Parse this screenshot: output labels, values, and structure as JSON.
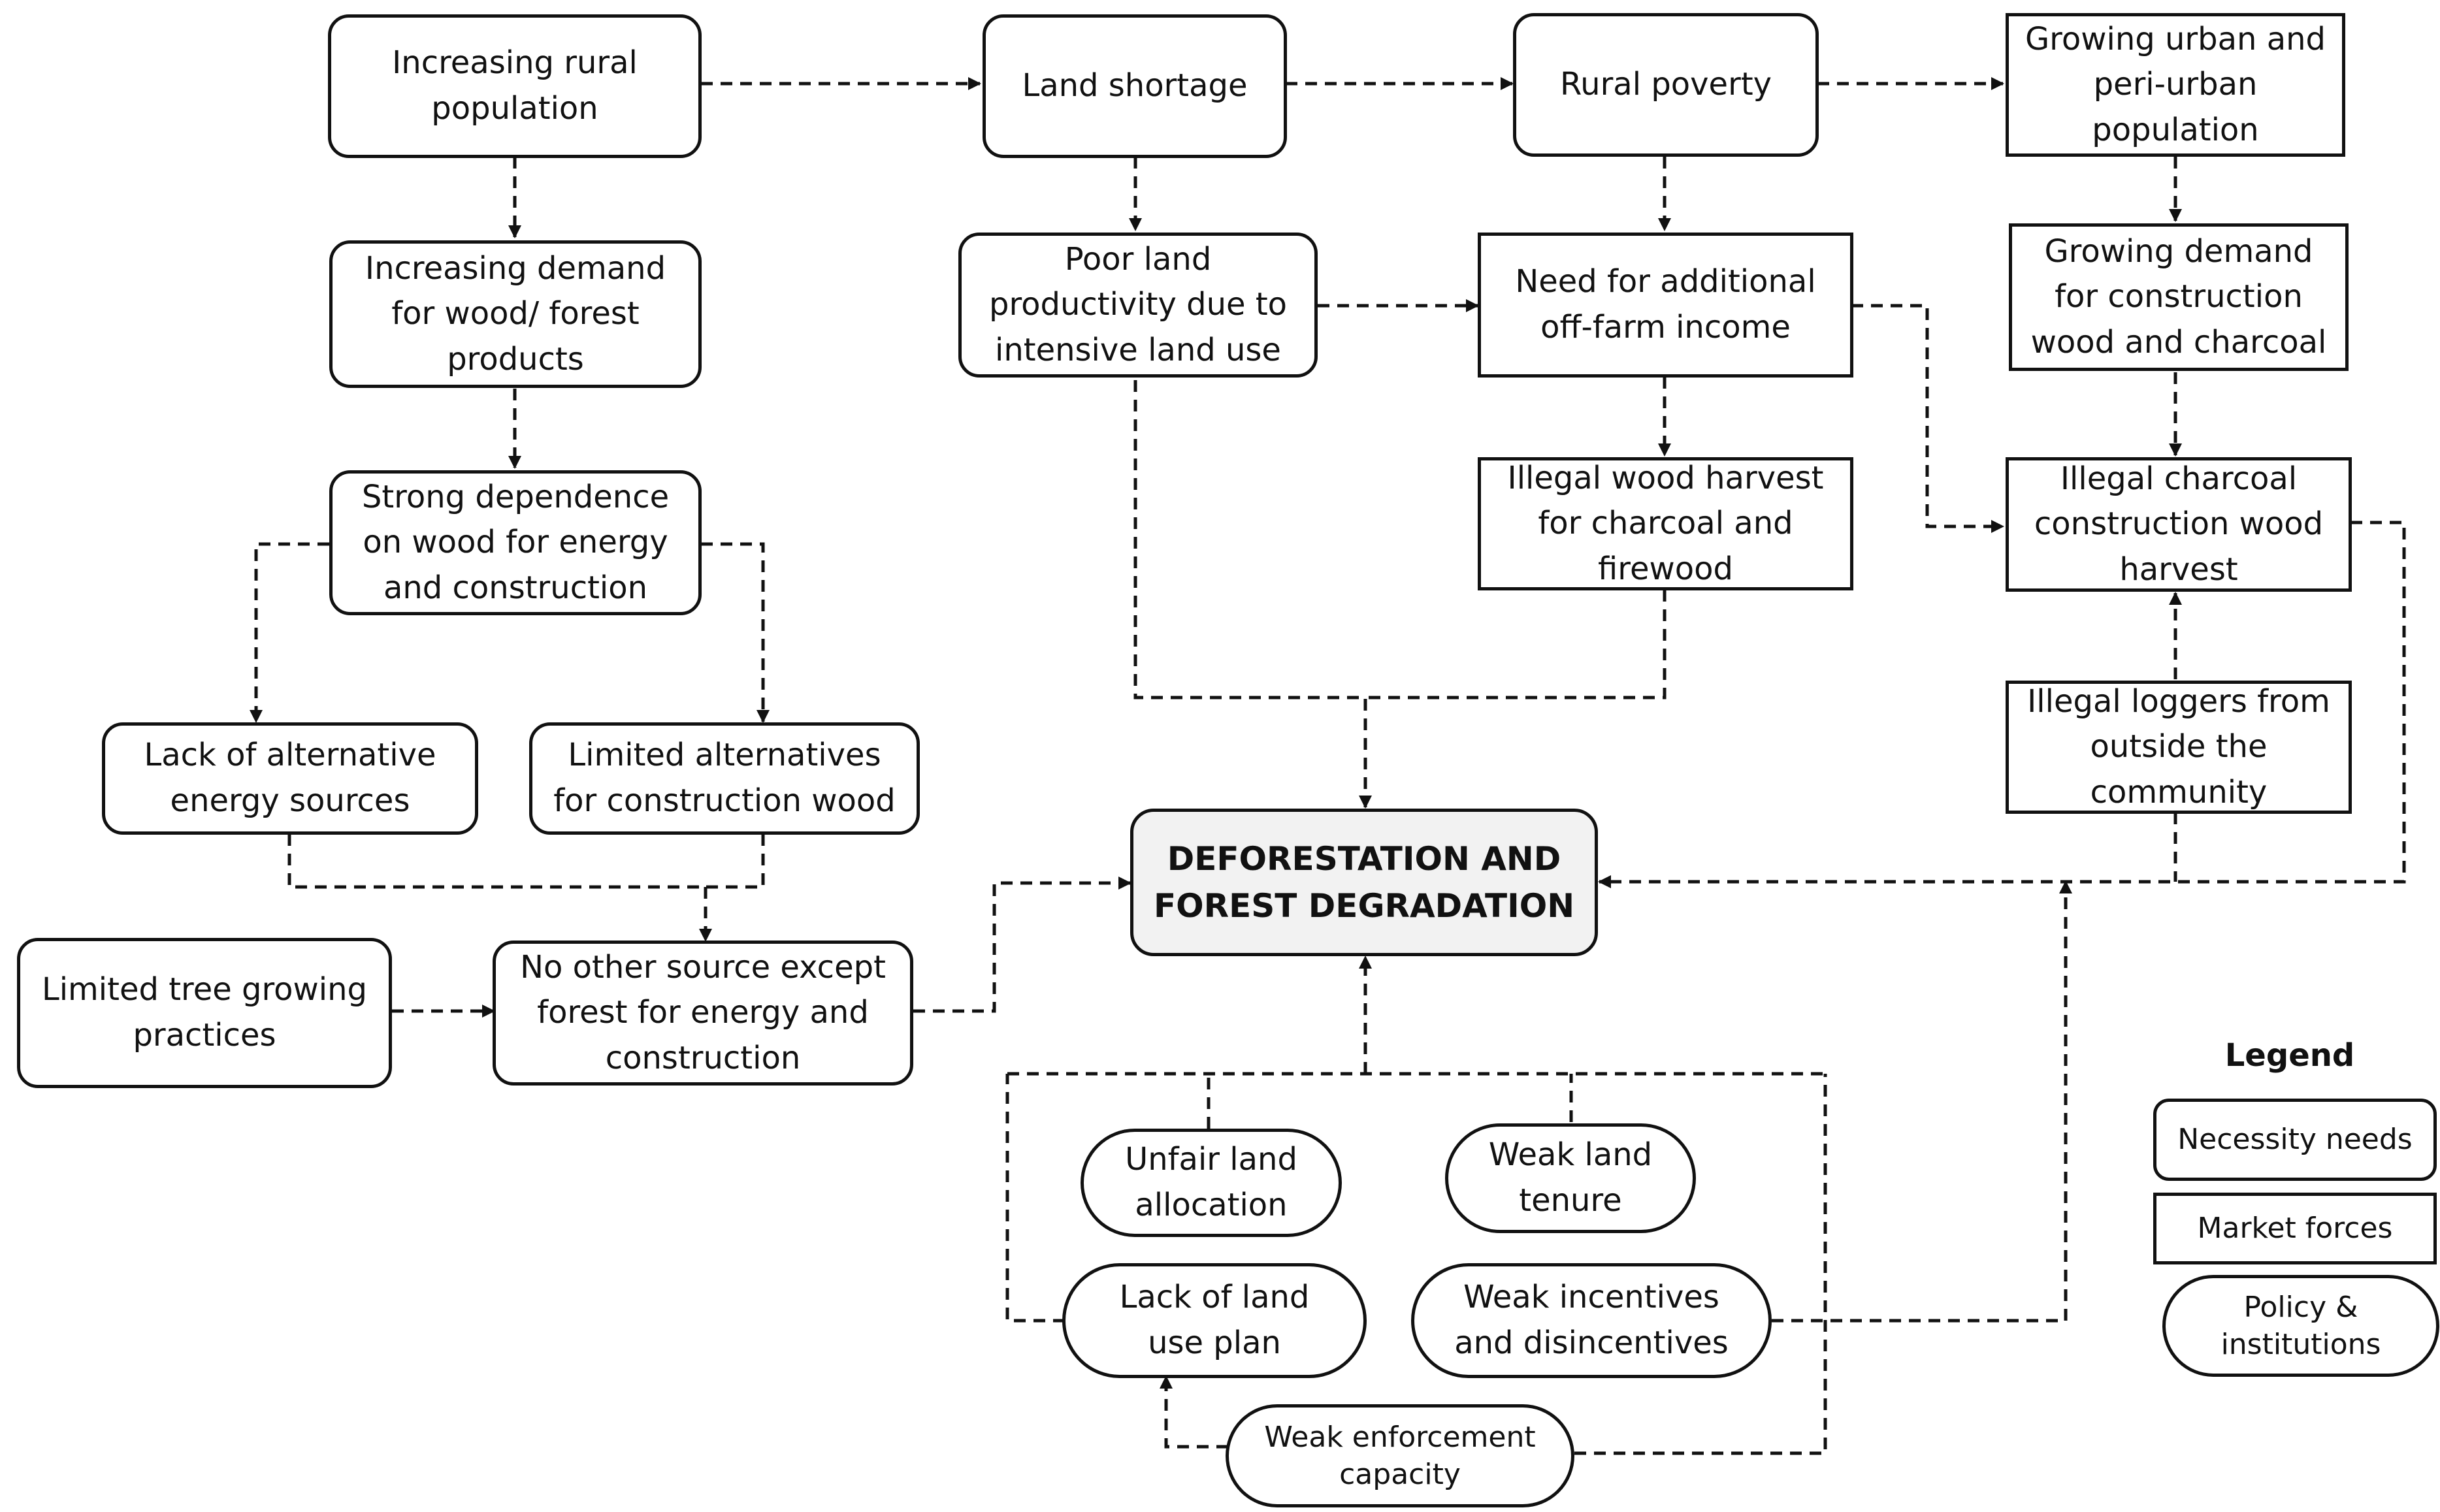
{
  "nodes": {
    "rural_pop": "Increasing rural\npopulation",
    "land_shortage": "Land shortage",
    "rural_poverty": "Rural poverty",
    "urban_pop": "Growing urban and\nperi-urban\npopulation",
    "demand_wood": "Increasing demand\nfor wood/ forest\nproducts",
    "poor_land": "Poor land\nproductivity due to\nintensive land use",
    "offfarm": "Need for additional\noff-farm income",
    "demand_construction": "Growing demand\nfor construction\nwood and charcoal",
    "dependence": "Strong dependence\non wood for energy\nand construction",
    "illegal_wood": "Illegal wood harvest\nfor charcoal and\nfirewood",
    "illegal_charcoal": "Illegal charcoal\nconstruction wood\nharvest",
    "lack_energy": "Lack of alternative\nenergy sources",
    "limited_construction": "Limited alternatives\nfor construction wood",
    "illegal_loggers": "Illegal loggers from\noutside the\ncommunity",
    "central": "DEFORESTATION AND\nFOREST DEGRADATION",
    "limited_tree": "Limited tree growing\npractices",
    "no_other": "No other source except\nforest for energy and\nconstruction",
    "unfair_land": "Unfair land\nallocation",
    "weak_tenure": "Weak land\ntenure",
    "lack_plan": "Lack of land\nuse plan",
    "weak_incentives": "Weak incentives\nand  disincentives",
    "weak_enforcement": "Weak enforcement\ncapacity"
  },
  "legend": {
    "title": "Legend",
    "necessity": "Necessity needs",
    "market": "Market forces",
    "policy": "Policy &\ninstitutions"
  },
  "colors": {
    "line": "#111111",
    "central_fill": "#f2f2f2"
  }
}
